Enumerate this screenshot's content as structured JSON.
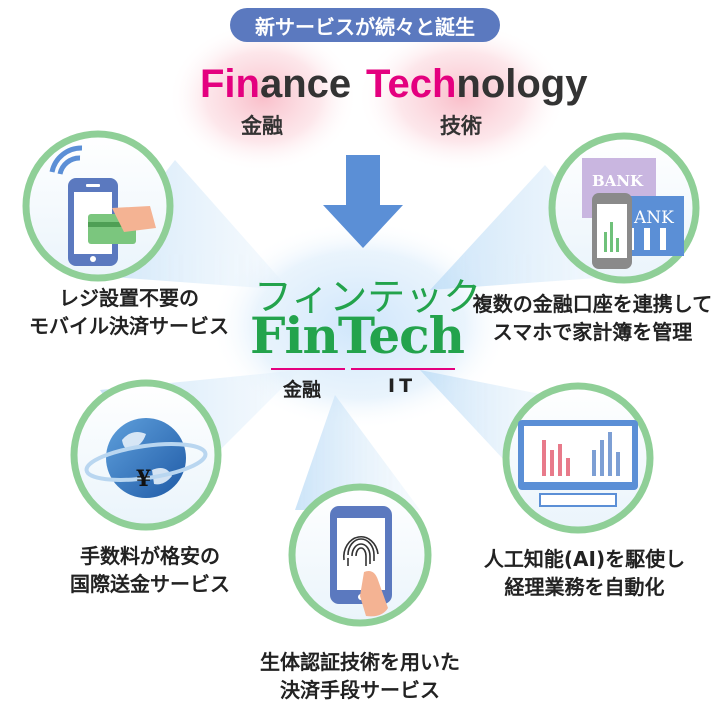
{
  "header": {
    "badge": "新サービスが続々と誕生",
    "finance_highlight": "Fin",
    "finance_rest": "ance",
    "finance_jp": "金融",
    "technology_highlight": "Tech",
    "technology_rest": "nology",
    "technology_jp": "技術"
  },
  "center": {
    "kana": "フィンテック",
    "word_left": "Fin",
    "word_right": "Tech",
    "left_jp": "金融",
    "right_label": "IT"
  },
  "nodes": [
    {
      "line1": "レジ設置不要の",
      "line2": "モバイル決済サービス"
    },
    {
      "line1": "複数の金融口座を連携して",
      "line2": "スマホで家計簿を管理"
    },
    {
      "line1": "手数料が格安の",
      "line2": "国際送金サービス"
    },
    {
      "line1": "人工知能(AI)を駆使し",
      "line2": "経理業務を自動化"
    },
    {
      "line1": "生体認証技術を用いた",
      "line2": "決済手段サービス"
    }
  ],
  "icons": {
    "bank_front": "BANK",
    "bank_back": "ANK",
    "currency": "¥"
  },
  "colors": {
    "accent_pink": "#e4007f",
    "fintech_green": "#23a34c",
    "badge_blue": "#5b79bf",
    "arrow_blue": "#5b8fd6",
    "circle_green": "#8fcf97"
  }
}
